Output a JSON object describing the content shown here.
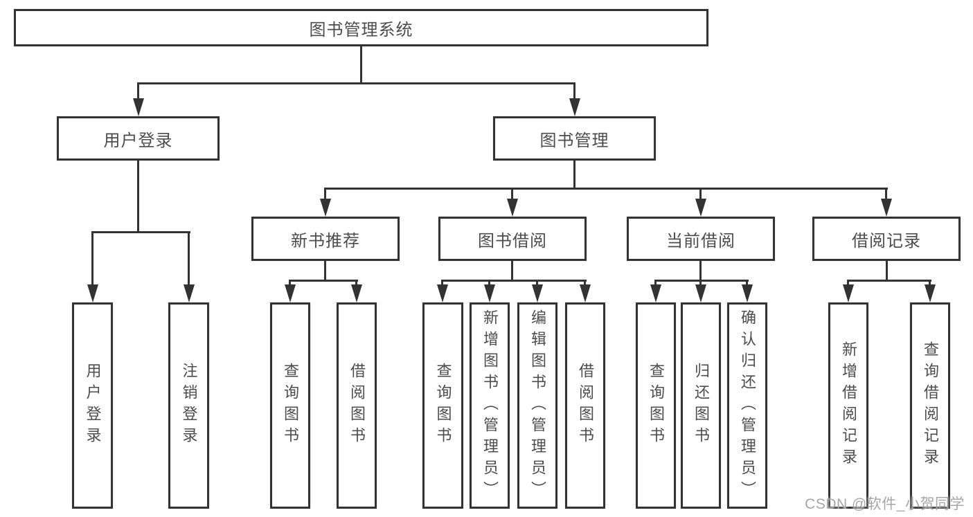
{
  "diagram": {
    "root": {
      "label": "图书管理系统",
      "children": [
        {
          "label": "用户登录",
          "children": [
            {
              "label": "用户登录"
            },
            {
              "label": "注销登录"
            }
          ]
        },
        {
          "label": "图书管理",
          "children": [
            {
              "label": "新书推荐",
              "children": [
                {
                  "label": "查询图书"
                },
                {
                  "label": "借阅图书"
                }
              ]
            },
            {
              "label": "图书借阅",
              "children": [
                {
                  "label": "查询图书"
                },
                {
                  "label": "新增图书（管理员）"
                },
                {
                  "label": "编辑图书（管理员）"
                },
                {
                  "label": "借阅图书"
                }
              ]
            },
            {
              "label": "当前借阅",
              "children": [
                {
                  "label": "查询图书"
                },
                {
                  "label": "归还图书"
                },
                {
                  "label": "确认归还（管理员）"
                }
              ]
            },
            {
              "label": "借阅记录",
              "children": [
                {
                  "label": "新增借阅记录"
                },
                {
                  "label": "查询借阅记录"
                }
              ]
            }
          ]
        }
      ]
    }
  },
  "watermark": {
    "text": "CSDN @软件_小贺同学"
  },
  "colors": {
    "line": "#333333",
    "text": "#4c4c4c",
    "watermark": "#a6a6a6",
    "background": "#ffffff"
  }
}
